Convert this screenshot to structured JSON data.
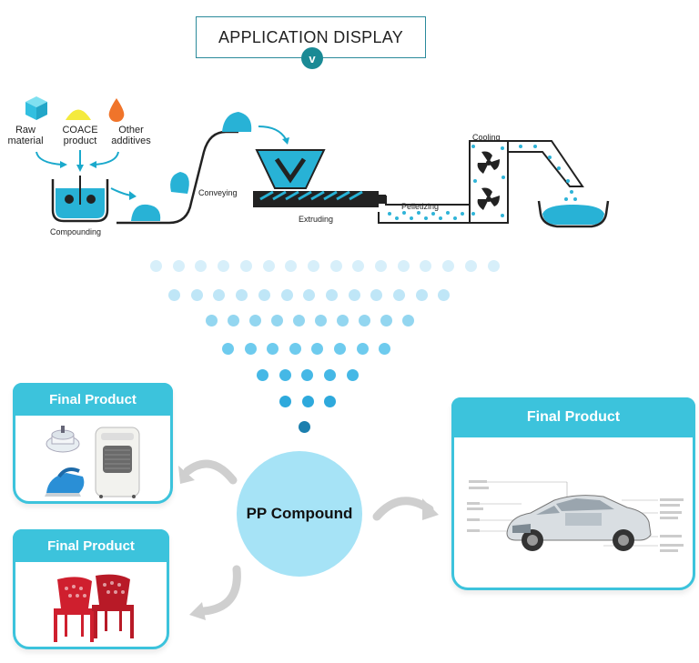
{
  "header": {
    "title": "APPLICATION DISPLAY",
    "chevron": "v"
  },
  "process": {
    "inputs": {
      "raw_material": "Raw\nmaterial",
      "coace_product": "COACE\nproduct",
      "other_additives": "Other\nadditives"
    },
    "steps": {
      "compounding": "Compounding",
      "conveying": "Conveying",
      "extruding": "Extruding",
      "pelletizing": "Pelletizing",
      "cooling": "Cooling"
    }
  },
  "center": {
    "label": "PP Compound"
  },
  "cards": [
    {
      "title": "Final Product",
      "content": "fan motor, iron and air cooler"
    },
    {
      "title": "Final Product",
      "content": "red plastic chairs"
    },
    {
      "title": "Final Product",
      "content": "car cutaway with labeled parts"
    }
  ],
  "colors": {
    "accent": "#3cc3dc",
    "dark_teal": "#1a8a95",
    "circle": "#a6e3f6",
    "pellet": "#2fb4d8"
  }
}
